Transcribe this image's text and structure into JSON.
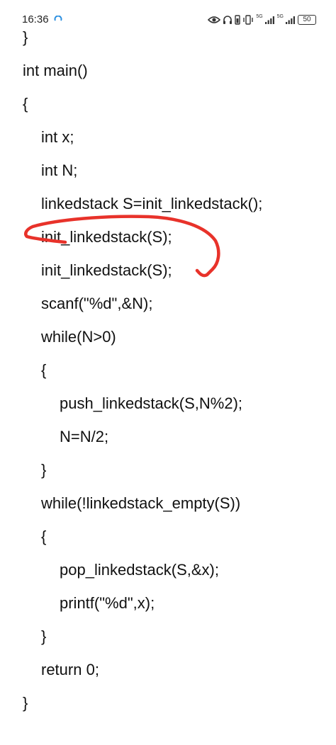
{
  "status_bar": {
    "time": "16:36",
    "network_1": "5G",
    "network_2": "5G",
    "battery": "50"
  },
  "code": {
    "lines": [
      "}",
      "int main()",
      "{",
      "int x;",
      "int N;",
      "linkedstack S=init_linkedstack();",
      "init_linkedstack(S);",
      "init_linkedstack(S);",
      "scanf(\"%d\",&N);",
      "while(N>0)",
      "{",
      "push_linkedstack(S,N%2);",
      "N=N/2;",
      "}",
      "while(!linkedstack_empty(S))",
      "{",
      "pop_linkedstack(S,&x);",
      "printf(\"%d\",x);",
      "}",
      "return 0;",
      "}"
    ]
  },
  "colors": {
    "annotation": "#e8322a",
    "text": "#111111",
    "background": "#ffffff"
  }
}
